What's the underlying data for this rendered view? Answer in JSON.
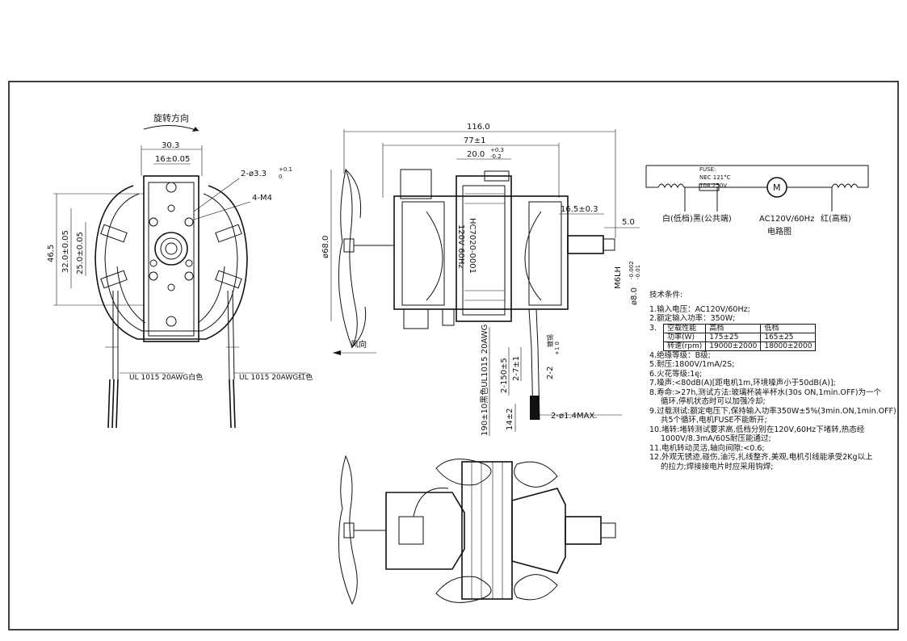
{
  "front_view": {
    "rotation_label": "旋转方向",
    "dims": {
      "width_top": "30.3",
      "width_inner": "16±0.05",
      "height_total": "46.5",
      "height_mid": "32.0±0.05",
      "height_inner": "25.0±0.05",
      "holes_note": "2-ø3.3",
      "holes_tol_upper": "+0.1",
      "holes_tol_lower": "0",
      "threads_note": "4-M4"
    },
    "wire_white": "UL 1015 20AWG白色",
    "wire_red": "UL 1015 20AWG红色"
  },
  "side_view": {
    "dims": {
      "overall_length": "116.0",
      "body_length": "77±1",
      "core_width": "20.0",
      "core_tol_upper": "+0.3",
      "core_tol_lower": "-0.2",
      "shaft_offset": "16.5±0.3",
      "shaft_tip": "5.0",
      "diameter": "ø68.0",
      "thread": "M6LH",
      "shaft_dia": "ø8.0",
      "shaft_tol_upper": "-0.002",
      "shaft_tol_lower": "-0.01",
      "lead_length": "190±10黑色UL1015 20AWG",
      "strip_1": "2-150±5",
      "strip_2": "2-7±1",
      "strip_3": "2-2",
      "strip_3_tol": "+1 0",
      "strip_3_note": "镀锡",
      "strip_4": "14±2",
      "pin_dia": "2-ø1.4MAX."
    },
    "airflow_label": "风向",
    "stator_marking_1": "HC7020-0001",
    "stator_marking_2": "120V 60Hz"
  },
  "circuit": {
    "fuse_label": "FUSE:",
    "fuse_spec_1": "NEC 121°C",
    "fuse_spec_2": "10A 250V",
    "motor_symbol": "M",
    "label_white": "白(低档)",
    "label_black": "黑(公共端)",
    "label_red": "红(高档)",
    "supply": "AC120V/60Hz",
    "title": "电路图"
  },
  "tech": {
    "title": "技术条件:",
    "items": [
      "1.输入电压：AC120V/60Hz;",
      "2.额定输入功率：350W;",
      "3.",
      "4.绝缘等级：B级;",
      "5.耐压:1800V/1mA/2S;",
      "6.火花等级:1ę;",
      "7.噪声:<80dB(A)[距电机1m,环境噪声小于50dB(A)];",
      "8.寿命:>27h,测试方法:玻璃杯装半杯水(30s ON,1min.OFF)为一个",
      "9.过载测试:额定电压下,保持输入功率350W±5%(3min.ON,1min.OFF)",
      "10.堵转:堵转测试要求高,低档分别在120V,60Hz下堵转,热态经",
      "11.电机转动灵活,轴向间隙:<0.6;",
      "12.外观无锈迹,碰伤,油污,扎线整齐,美观,电机引线能承受2Kg以上"
    ],
    "continuations": {
      "c8": "循环,停机状态时可以加强冷却;",
      "c9": "共5个循环,电机FUSE不能断开;",
      "c10": "1000V/8.3mA/60S耐压能通过;",
      "c12": "的拉力;焊接接电片时应采用钩焊;"
    },
    "table": {
      "header": [
        "空载性能",
        "高档",
        "低档"
      ],
      "rows": [
        [
          "功率(W)",
          "175±25",
          "165±25"
        ],
        [
          "转速(rpm)",
          "19000±2000",
          "18000±2000"
        ]
      ]
    }
  }
}
